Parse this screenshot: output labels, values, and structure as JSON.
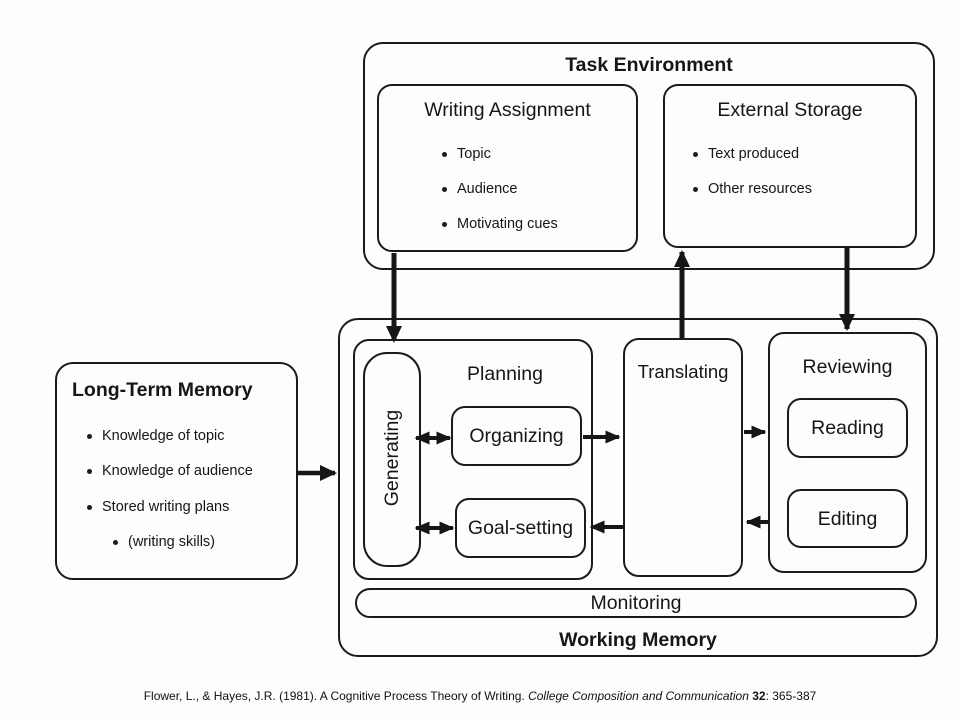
{
  "colors": {
    "background": "#fdfdfd",
    "ink": "#161616",
    "line": "#1b1b1b"
  },
  "task_environment": {
    "title": "Task Environment",
    "writing_assignment": {
      "title": "Writing Assignment",
      "bullets": [
        "Topic",
        "Audience",
        "Motivating cues"
      ]
    },
    "external_storage": {
      "title": "External Storage",
      "bullets": [
        "Text produced",
        "Other resources"
      ]
    }
  },
  "long_term_memory": {
    "title": "Long-Term Memory",
    "bullets": [
      "Knowledge of topic",
      "Knowledge of audience",
      "Stored writing plans"
    ],
    "sub_bullet": "(writing skills)"
  },
  "working_memory": {
    "title": "Working Memory",
    "planning": {
      "title": "Planning",
      "generating": "Generating",
      "organizing": "Organizing",
      "goal_setting": "Goal-setting"
    },
    "translating": {
      "title": "Translating"
    },
    "reviewing": {
      "title": "Reviewing",
      "reading": "Reading",
      "editing": "Editing"
    },
    "monitoring": {
      "title": "Monitoring"
    }
  },
  "citation": {
    "pre": "Flower, L., & Hayes, J.R. (1981). A Cognitive Process Theory of Writing. ",
    "journal": "College Composition and Communication ",
    "volume": "32",
    "pages": ": 365-387"
  }
}
